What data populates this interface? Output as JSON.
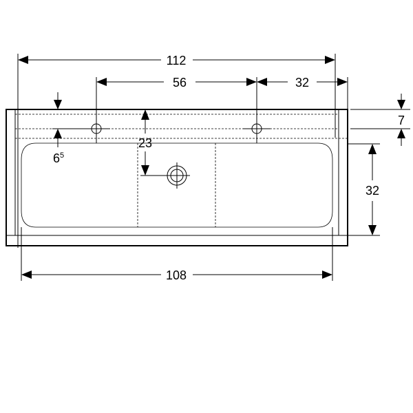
{
  "colors": {
    "line": "#000000",
    "background": "#ffffff"
  },
  "dimensions": {
    "overall_width": "112",
    "tap_spacing": "56",
    "tap_edge_offset": "32",
    "inner_width": "108",
    "basin_depth": "32",
    "rim_height": "7",
    "drain_offset": "23",
    "tap_hole_offset_base": "6",
    "tap_hole_offset_sup": "5"
  }
}
